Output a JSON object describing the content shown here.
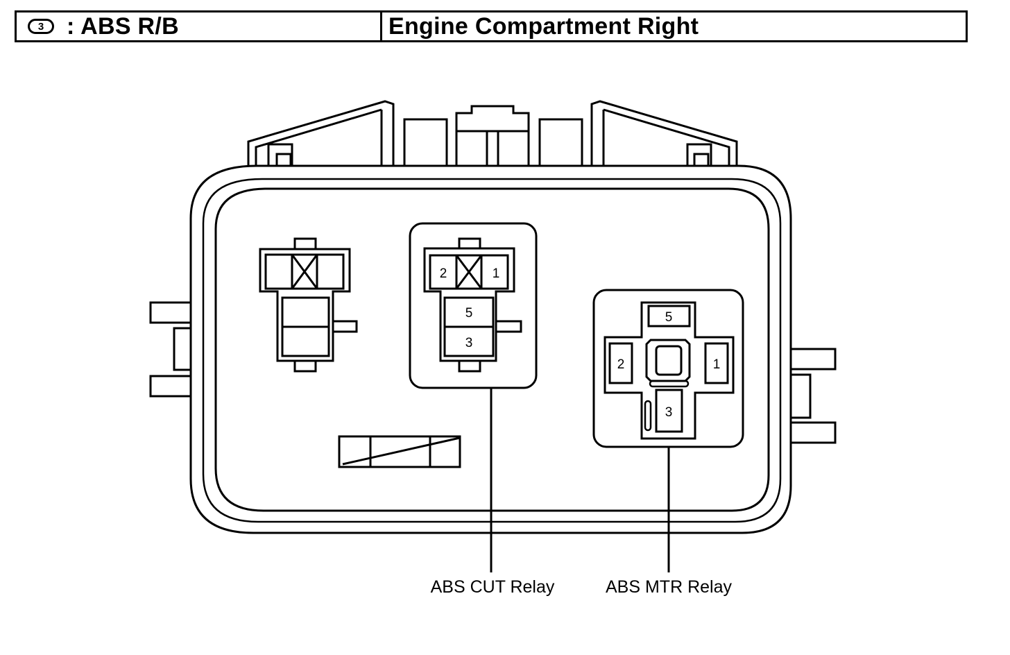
{
  "header": {
    "badge_number": "3",
    "block_label": ": ABS R/B",
    "location": "Engine Compartment Right"
  },
  "relays": {
    "cut": {
      "caption": "ABS CUT Relay",
      "pins": {
        "p2": "2",
        "p1": "1",
        "p5": "5",
        "p3": "3"
      }
    },
    "mtr": {
      "caption": "ABS MTR Relay",
      "pins": {
        "p5": "5",
        "p2": "2",
        "p1": "1",
        "p3": "3"
      }
    }
  }
}
